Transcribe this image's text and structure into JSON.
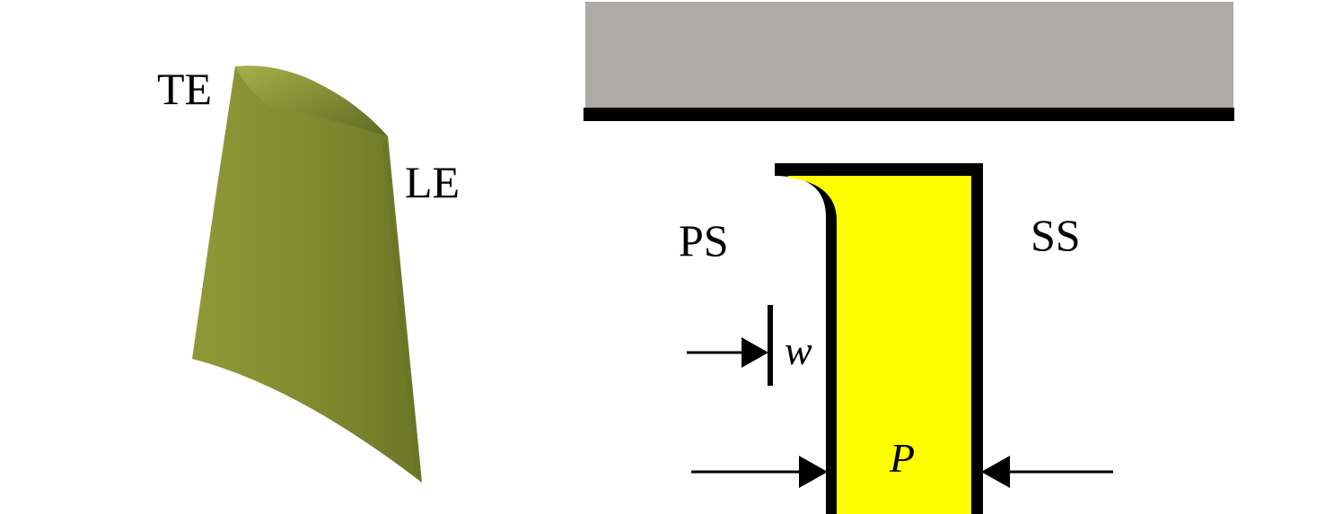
{
  "labels": {
    "trailing_edge": "TE",
    "leading_edge": "LE",
    "pressure_side": "PS",
    "suction_side": "SS",
    "squealer_width": "w",
    "pressure_label": "P"
  },
  "colors": {
    "blade_fill": "#7f8a2f",
    "blade_shadow": "#5e6a22",
    "casing_fill": "#adaaa8",
    "casing_wall": "#000000",
    "tip_fill": "#ffff00",
    "outline": "#000000"
  }
}
